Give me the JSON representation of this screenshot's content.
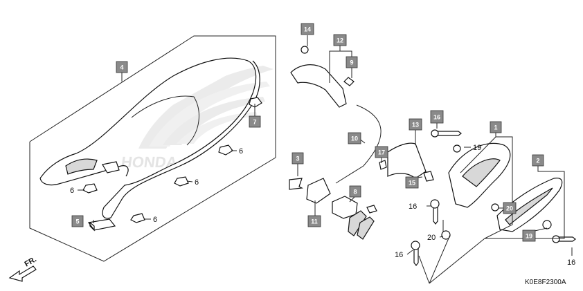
{
  "callouts_boxed": [
    "1",
    "2",
    "3",
    "4",
    "5",
    "7",
    "8",
    "9",
    "10",
    "11",
    "12",
    "13",
    "14",
    "15",
    "17",
    "19",
    "20"
  ],
  "callouts_plain": [
    "6",
    "16",
    "19",
    "20"
  ],
  "brand_watermark": "HONDA",
  "direction_label": "FR.",
  "diagram_code": "K0E8F2300A",
  "labels": {
    "c1": "1",
    "c2": "2",
    "c3": "3",
    "c4": "4",
    "c5": "5",
    "c6a": "6",
    "c6b": "6",
    "c6c": "6",
    "c6d": "6",
    "c7": "7",
    "c8": "8",
    "c9": "9",
    "c10": "10",
    "c11": "11",
    "c12": "12",
    "c13": "13",
    "c14": "14",
    "c15": "15",
    "c16a": "16",
    "c16b": "16",
    "c16c": "16",
    "c16d": "16",
    "c17": "17",
    "c19a": "19",
    "c19b": "19",
    "c20a": "20",
    "c20b": "20"
  }
}
